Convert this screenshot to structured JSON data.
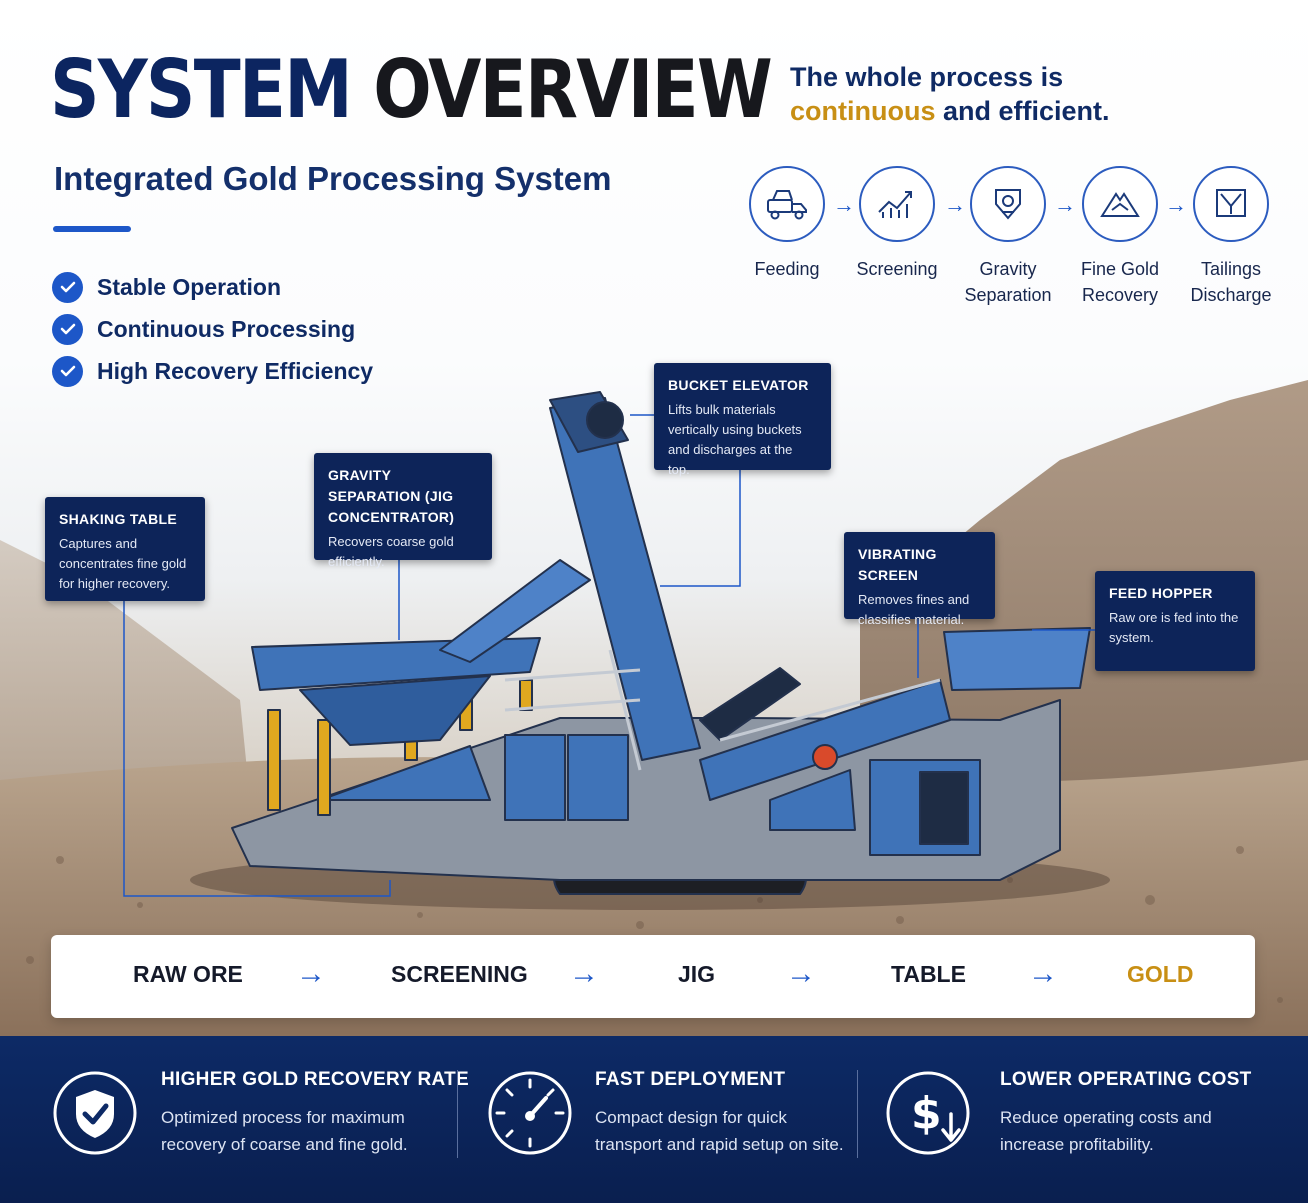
{
  "header": {
    "title_part1": "SYSTEM",
    "title_part2": "OVERVIEW",
    "subtitle": "Integrated Gold Processing System"
  },
  "features": [
    "Stable Operation",
    "Continuous Processing",
    "High Recovery Efficiency"
  ],
  "tagline": {
    "line1": "The whole process is",
    "highlight": "continuous",
    "line2_rest": "and efficient."
  },
  "process_steps": [
    {
      "label": "Feeding",
      "icon": "truck-icon"
    },
    {
      "label": "Screening",
      "icon": "screen-icon"
    },
    {
      "label": "Gravity Separation",
      "icon": "gravity-icon"
    },
    {
      "label": "Fine Gold Recovery",
      "icon": "gold-pile-icon"
    },
    {
      "label": "Tailings Discharge",
      "icon": "discharge-icon"
    }
  ],
  "callouts": {
    "shaking_table": {
      "title": "SHAKING TABLE",
      "text": "Captures and concentrates fine gold for higher recovery."
    },
    "gravity_separation": {
      "title": "GRAVITY SEPARATION (JIG CONCENTRATOR)",
      "text": "Recovers coarse gold efficiently."
    },
    "bucket_elevator": {
      "title": "BUCKET ELEVATOR",
      "text": "Lifts bulk materials vertically using buckets and discharges at the top."
    },
    "vibrating_screen": {
      "title": "VIBRATING SCREEN",
      "text": "Removes fines and classifies material."
    },
    "feed_hopper": {
      "title": "FEED HOPPER",
      "text": "Raw ore is fed into the system."
    }
  },
  "flow": [
    "RAW ORE",
    "SCREENING",
    "JIG",
    "TABLE",
    "GOLD"
  ],
  "benefits": [
    {
      "title": "HIGHER GOLD RECOVERY RATE",
      "text": "Optimized process for maximum recovery of coarse and fine gold.",
      "icon": "shield-check-icon"
    },
    {
      "title": "FAST DEPLOYMENT",
      "text": "Compact design for quick transport and rapid setup on site.",
      "icon": "speedometer-icon"
    },
    {
      "title": "LOWER OPERATING COST",
      "text": "Reduce operating costs and increase profitability.",
      "icon": "dollar-down-icon"
    }
  ],
  "colors": {
    "navy": "#0d2459",
    "accent_blue": "#1d57c8",
    "gold": "#c88f14",
    "machine_blue": "#3f73b8"
  }
}
